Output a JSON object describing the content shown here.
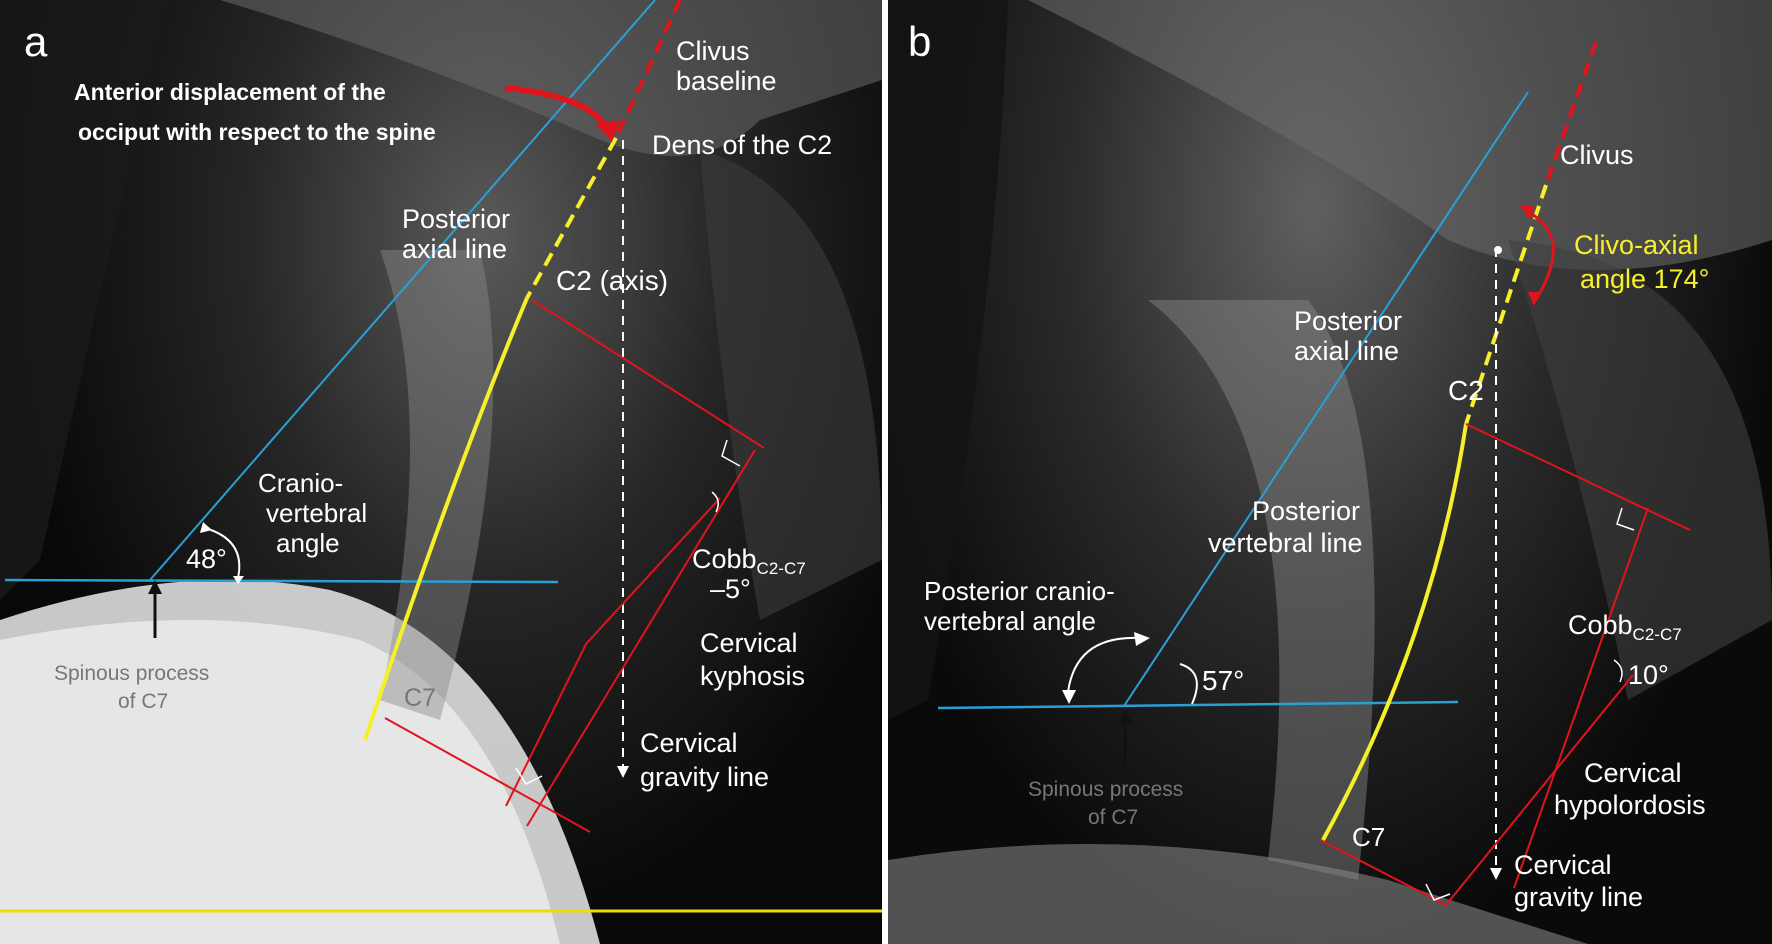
{
  "panel_a": {
    "letter": "a",
    "displacement_note": [
      "Anterior displacement of the",
      "occiput with respect to the spine"
    ],
    "clivus": [
      "Clivus",
      "baseline"
    ],
    "dens": "Dens of the C2",
    "posterior_axial": [
      "Posterior",
      "axial line"
    ],
    "c2": "C2 (axis)",
    "cv_angle": [
      "Cranio-",
      "vertebral",
      "angle"
    ],
    "cv_value": "48°",
    "cobb_main": "Cobb",
    "cobb_sub": "C2-C7",
    "cobb_value": "–5°",
    "curve": [
      "Cervical",
      "kyphosis"
    ],
    "gravity": [
      "Cervical",
      "gravity line"
    ],
    "spinous": [
      "Spinous process",
      "of C7"
    ],
    "c7": "C7"
  },
  "panel_b": {
    "letter": "b",
    "clivus": "Clivus",
    "clivo_axial": [
      "Clivo-axial",
      "angle 174°"
    ],
    "posterior_axial": [
      "Posterior",
      "axial line"
    ],
    "c2": "C2",
    "posterior_vertebral": [
      "Posterior",
      "vertebral line"
    ],
    "pcv_angle": [
      "Posterior cranio-",
      "vertebral angle"
    ],
    "pcv_value": "57°",
    "cobb_main": "Cobb",
    "cobb_sub": "C2-C7",
    "cobb_value": "10°",
    "curve": [
      "Cervical",
      "hypolordosis"
    ],
    "gravity": [
      "Cervical",
      "gravity line"
    ],
    "spinous": [
      "Spinous process",
      "of C7"
    ],
    "c7": "C7"
  },
  "colors": {
    "cyan": "#2a9fd6",
    "red": "#e0141c",
    "yellow": "#f7ef2a",
    "white": "#ffffff",
    "label_gray": "#777777"
  }
}
